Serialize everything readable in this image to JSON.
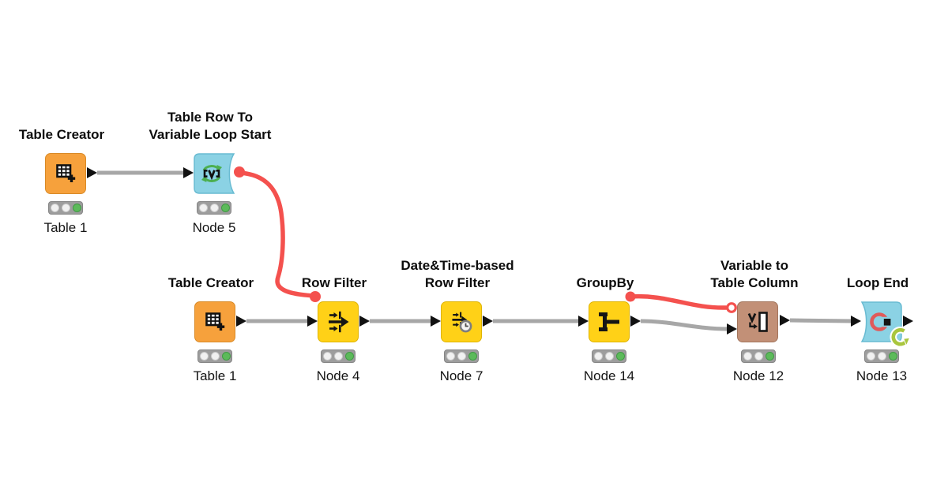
{
  "app": {
    "name": "KNIME workflow canvas"
  },
  "colors": {
    "background": "#FFFFFF",
    "source_node_orange": "#F6A13C",
    "manipulator_node_yellow": "#FFD117",
    "loop_node_cyan": "#8BD2E4",
    "variable_node_tan": "#C29077",
    "connection_gray": "#A7A7A7",
    "flow_variable_red": "#F4514E",
    "port_black": "#111111",
    "status_green": "#5CBA5A",
    "traffic_light_bg": "#9D9D9D",
    "loop_badge_green": "#A9C63E"
  },
  "nodes": [
    {
      "label_line1": "Table Creator",
      "label_line2": "",
      "node_id": "Table 1",
      "category": "source",
      "icon": "table-plus-icon",
      "status": "executed",
      "lights": [
        "off",
        "off",
        "green"
      ]
    },
    {
      "label_line1": "Table Row To",
      "label_line2": "Variable Loop Start",
      "node_id": "Node 5",
      "category": "loop-start",
      "icon": "loop-start-variable-icon",
      "status": "executed",
      "lights": [
        "off",
        "off",
        "green"
      ]
    },
    {
      "label_line1": "Table Creator",
      "label_line2": "",
      "node_id": "Table 1",
      "category": "source",
      "icon": "table-plus-icon",
      "status": "executed",
      "lights": [
        "off",
        "off",
        "green"
      ]
    },
    {
      "label_line1": "Row Filter",
      "label_line2": "",
      "node_id": "Node 4",
      "category": "manipulator",
      "icon": "row-filter-icon",
      "status": "executed",
      "lights": [
        "off",
        "off",
        "green"
      ]
    },
    {
      "label_line1": "Date&Time-based",
      "label_line2": "Row Filter",
      "node_id": "Node 7",
      "category": "manipulator",
      "icon": "datetime-row-filter-icon",
      "status": "executed",
      "lights": [
        "off",
        "off",
        "green"
      ]
    },
    {
      "label_line1": "GroupBy",
      "label_line2": "",
      "node_id": "Node 14",
      "category": "manipulator",
      "icon": "groupby-icon",
      "status": "executed",
      "lights": [
        "off",
        "off",
        "green"
      ]
    },
    {
      "label_line1": "Variable to",
      "label_line2": "Table Column",
      "node_id": "Node 12",
      "category": "variable",
      "icon": "variable-to-column-icon",
      "status": "executed",
      "lights": [
        "off",
        "off",
        "green"
      ]
    },
    {
      "label_line1": "Loop End",
      "label_line2": "",
      "node_id": "Node 13",
      "category": "loop-end",
      "icon": "loop-end-icon",
      "status": "executed",
      "lights": [
        "off",
        "off",
        "green"
      ],
      "badge": "loop-executed-badge"
    }
  ],
  "connections": [
    {
      "from": "Table Creator (Table 1, top)",
      "to": "Table Row To Variable Loop Start (Node 5)",
      "type": "data"
    },
    {
      "from": "Table Row To Variable Loop Start (Node 5)",
      "to": "Row Filter (Node 4)",
      "type": "flow-variable"
    },
    {
      "from": "Table Creator (Table 1, bottom)",
      "to": "Row Filter (Node 4)",
      "type": "data"
    },
    {
      "from": "Row Filter (Node 4)",
      "to": "Date&Time-based Row Filter (Node 7)",
      "type": "data"
    },
    {
      "from": "Date&Time-based Row Filter (Node 7)",
      "to": "GroupBy (Node 14)",
      "type": "data"
    },
    {
      "from": "GroupBy (Node 14)",
      "to": "Variable to Table Column (Node 12)",
      "type": "flow-variable"
    },
    {
      "from": "GroupBy (Node 14)",
      "to": "Variable to Table Column (Node 12)",
      "type": "data"
    },
    {
      "from": "Variable to Table Column (Node 12)",
      "to": "Loop End (Node 13)",
      "type": "data"
    }
  ]
}
